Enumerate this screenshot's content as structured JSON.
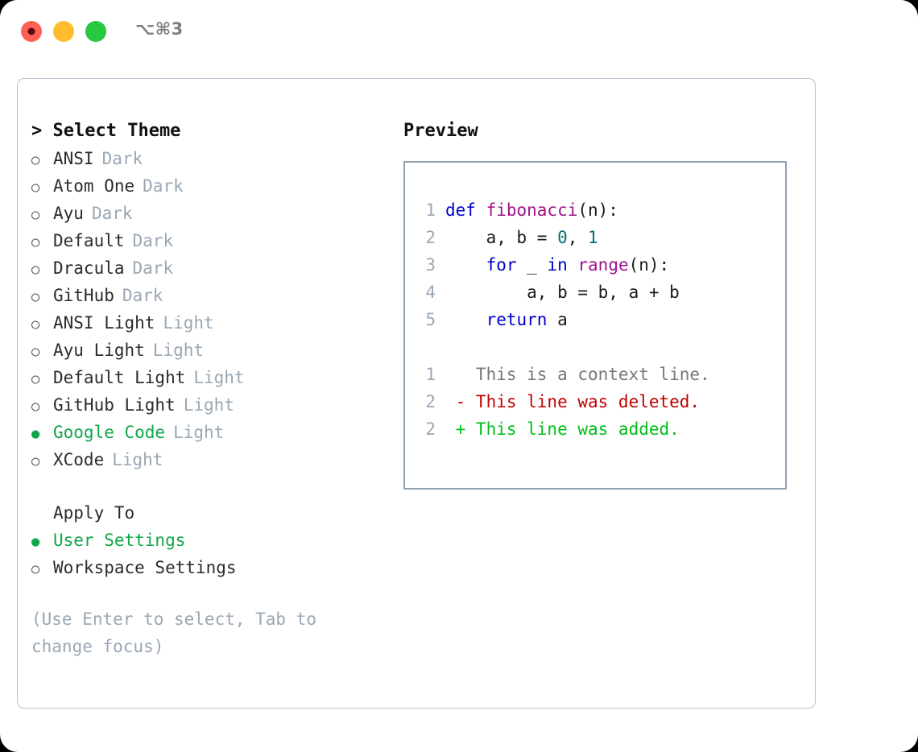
{
  "window": {
    "shortcut_label": "⌥⌘3",
    "traffic_lights": [
      "close-red",
      "minimize-yellow",
      "maximize-green"
    ]
  },
  "dialog": {
    "theme_panel": {
      "title": "> Select Theme",
      "items": [
        {
          "name": "ANSI",
          "category": "Dark",
          "selected": false,
          "marker": "○"
        },
        {
          "name": "Atom One",
          "category": "Dark",
          "selected": false,
          "marker": "○"
        },
        {
          "name": "Ayu",
          "category": "Dark",
          "selected": false,
          "marker": "○"
        },
        {
          "name": "Default",
          "category": "Dark",
          "selected": false,
          "marker": "○"
        },
        {
          "name": "Dracula",
          "category": "Dark",
          "selected": false,
          "marker": "○"
        },
        {
          "name": "GitHub",
          "category": "Dark",
          "selected": false,
          "marker": "○"
        },
        {
          "name": "ANSI Light",
          "category": "Light",
          "selected": false,
          "marker": "○"
        },
        {
          "name": "Ayu Light",
          "category": "Light",
          "selected": false,
          "marker": "○"
        },
        {
          "name": "Default Light",
          "category": "Light",
          "selected": false,
          "marker": "○"
        },
        {
          "name": "GitHub Light",
          "category": "Light",
          "selected": false,
          "marker": "○"
        },
        {
          "name": "Google Code",
          "category": "Light",
          "selected": true,
          "marker": "●"
        },
        {
          "name": "XCode",
          "category": "Light",
          "selected": false,
          "marker": "○"
        }
      ],
      "apply_to_label": "Apply To",
      "apply_to_items": [
        {
          "name": "User Settings",
          "selected": true,
          "marker": "●"
        },
        {
          "name": "Workspace Settings",
          "selected": false,
          "marker": "○"
        }
      ],
      "hint": "(Use Enter to select, Tab to change focus)"
    },
    "preview_panel": {
      "title": "Preview",
      "code_lines": [
        {
          "number": "1",
          "tokens": [
            {
              "t": "def ",
              "c": "kw"
            },
            {
              "t": "fibonacci",
              "c": "fn"
            },
            {
              "t": "(n):",
              "c": "txt"
            }
          ]
        },
        {
          "number": "2",
          "tokens": [
            {
              "t": "    a, b = ",
              "c": "txt"
            },
            {
              "t": "0",
              "c": "num"
            },
            {
              "t": ", ",
              "c": "txt"
            },
            {
              "t": "1",
              "c": "num"
            }
          ]
        },
        {
          "number": "3",
          "tokens": [
            {
              "t": "    for ",
              "c": "kw"
            },
            {
              "t": "_ ",
              "c": "txt"
            },
            {
              "t": "in ",
              "c": "kw"
            },
            {
              "t": "range",
              "c": "fn"
            },
            {
              "t": "(n):",
              "c": "txt"
            }
          ]
        },
        {
          "number": "4",
          "tokens": [
            {
              "t": "        a, b = b, a + b",
              "c": "txt"
            }
          ]
        },
        {
          "number": "5",
          "tokens": [
            {
              "t": "    return ",
              "c": "kw"
            },
            {
              "t": "a",
              "c": "txt"
            }
          ]
        }
      ],
      "diff_lines": [
        {
          "number": "1",
          "sign": "  ",
          "text": "This is a context line.",
          "kind": "ctx"
        },
        {
          "number": "2",
          "sign": "- ",
          "text": "This line was deleted.",
          "kind": "del"
        },
        {
          "number": "2",
          "sign": "+ ",
          "text": "This line was added.",
          "kind": "add"
        }
      ]
    }
  },
  "colors": {
    "selected_green": "#10a64a",
    "muted_grey": "#9aa7b4",
    "keyword_blue": "#0000cc",
    "function_purple": "#a0128c",
    "number_teal": "#007070",
    "diff_delete_red": "#c00000",
    "diff_add_green": "#00bf1a",
    "dialog_border": "#b6c2cf",
    "preview_border": "#8fa0b0",
    "light_red": "#ff5f57",
    "light_yellow": "#ffbd2e",
    "light_green": "#28c840"
  }
}
